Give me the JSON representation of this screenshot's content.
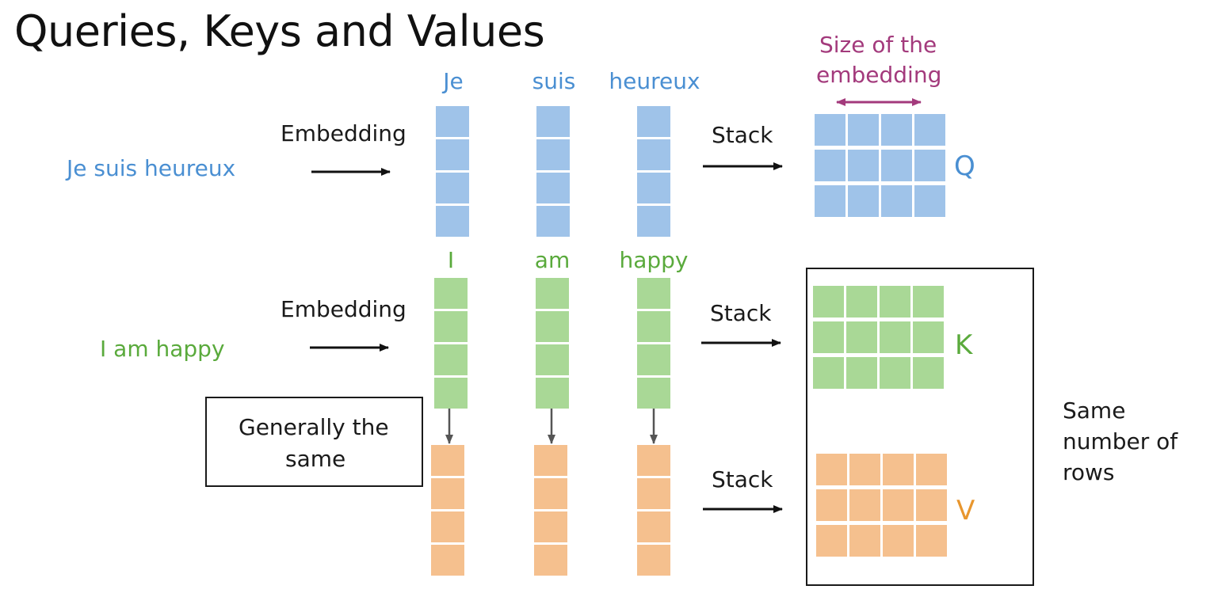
{
  "title": "Queries, Keys and Values",
  "queries": {
    "sentence": "Je suis heureux",
    "embedding_label": "Embedding",
    "words": [
      "Je",
      "suis",
      "heureux"
    ],
    "stack_label": "Stack",
    "matrix_letter": "Q"
  },
  "keys": {
    "sentence": "I am happy",
    "embedding_label": "Embedding",
    "words": [
      "I",
      "am",
      "happy"
    ],
    "stack_label": "Stack",
    "matrix_letter": "K"
  },
  "values": {
    "stack_label": "Stack",
    "matrix_letter": "V"
  },
  "annotations": {
    "embedding_size_line1": "Size of the",
    "embedding_size_line2": "embedding",
    "generally_line1": "Generally the",
    "generally_line2": "same",
    "same_rows_line1": "Same",
    "same_rows_line2": "number of",
    "same_rows_line3": "rows"
  },
  "colors": {
    "query": "#9fc3e9",
    "key": "#a9d896",
    "value": "#f5c08e",
    "annotation": "#a33a7c"
  }
}
